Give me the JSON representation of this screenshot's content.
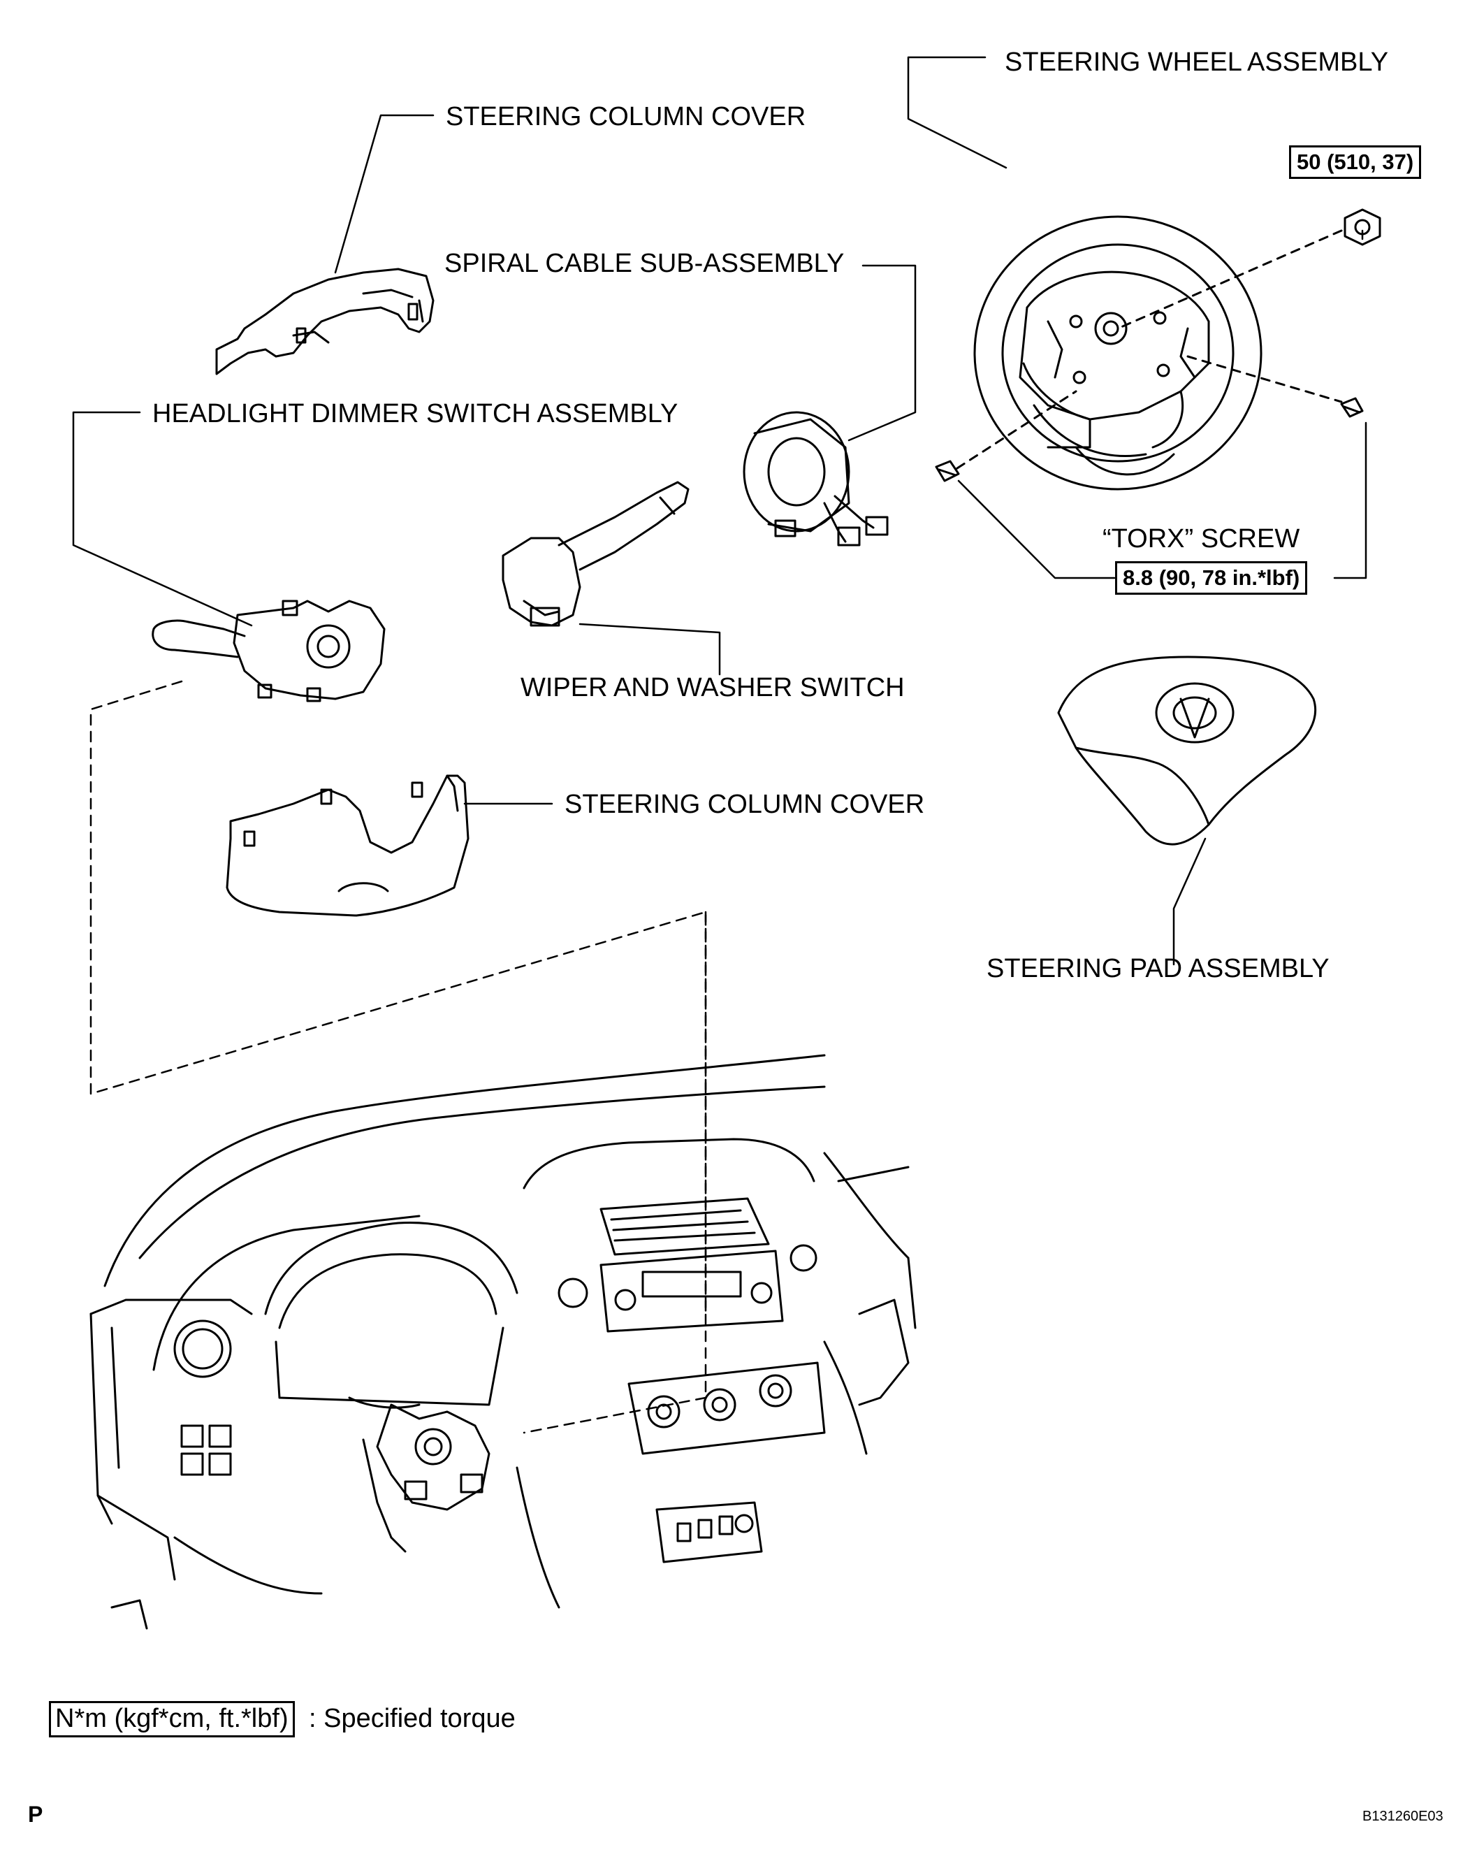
{
  "labels": {
    "steering_wheel_assembly": "STEERING WHEEL ASSEMBLY",
    "steering_column_cover_upper": "STEERING COLUMN COVER",
    "spiral_cable_sub_assembly": "SPIRAL CABLE SUB-ASSEMBLY",
    "headlight_dimmer_switch_assembly": "HEADLIGHT DIMMER SWITCH ASSEMBLY",
    "torx_screw": "“TORX” SCREW",
    "wiper_and_washer_switch": "WIPER AND WASHER SWITCH",
    "steering_column_cover_lower": "STEERING COLUMN COVER",
    "steering_pad_assembly": "STEERING PAD ASSEMBLY"
  },
  "torque_specs": {
    "nut": "50 (510, 37)",
    "torx_screw": "8.8 (90, 78 in.*lbf)"
  },
  "legend": {
    "unit_box": "N*m (kgf*cm, ft.*lbf)",
    "description": ": Specified torque"
  },
  "page_letter": "P",
  "figure_code": "B131260E03"
}
